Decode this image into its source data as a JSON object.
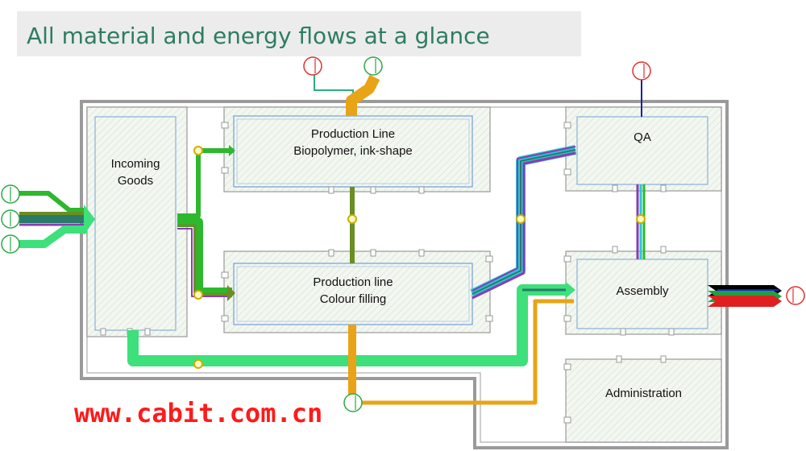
{
  "title": "All material and energy flows at a glance",
  "areas": {
    "incoming_goods": [
      "Incoming",
      "Goods"
    ],
    "production_line_1": [
      "Production Line",
      "Biopolymer, ink-shape"
    ],
    "production_line_2": [
      "Production line",
      "Colour filling"
    ],
    "qa": "QA",
    "assembly": "Assembly",
    "administration": "Administration"
  },
  "watermark": "www.cabit.com.cn",
  "colors": {
    "title_text": "#2d7d62",
    "wall": "#9a9a9a",
    "room_fill": "#f2f6f0",
    "machine_border": "#8ab0d8",
    "flow_green_light": "#3de07a",
    "flow_green_dark": "#2db82d",
    "flow_olive": "#6b8e23",
    "flow_orange": "#e8a416",
    "flow_teal": "#2a7a6a",
    "flow_purple": "#8a3db0",
    "flow_cyan": "#29c6d6",
    "flow_blue": "#2020d0",
    "flow_black": "#000000",
    "flow_red": "#e02020",
    "connector": "#c9b000",
    "endpoint_red": "#e03030",
    "endpoint_green": "#2aa845",
    "watermark": "#ff1a1a"
  }
}
